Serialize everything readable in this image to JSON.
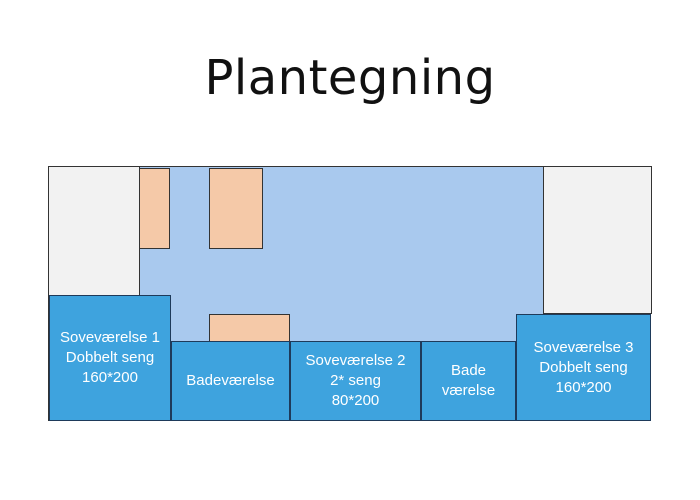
{
  "title": "Plantegning",
  "rooms": [
    {
      "id": "bedroom-1",
      "lines": [
        "Soveværelse 1",
        "Dobbelt seng",
        "160*200"
      ]
    },
    {
      "id": "bathroom-1",
      "lines": [
        "Badeværelse"
      ]
    },
    {
      "id": "bedroom-2",
      "lines": [
        "Soveværelse 2",
        "2* seng",
        "80*200"
      ]
    },
    {
      "id": "bathroom-2",
      "lines": [
        "Bade",
        "værelse"
      ]
    },
    {
      "id": "bedroom-3",
      "lines": [
        "Soveværelse 3",
        "Dobbelt seng",
        "160*200"
      ]
    }
  ],
  "colors": {
    "living_area": "#a9c9ee",
    "room": "#3ea3de",
    "furniture": "#f5c9a8",
    "outside": "#f2f2f2"
  }
}
